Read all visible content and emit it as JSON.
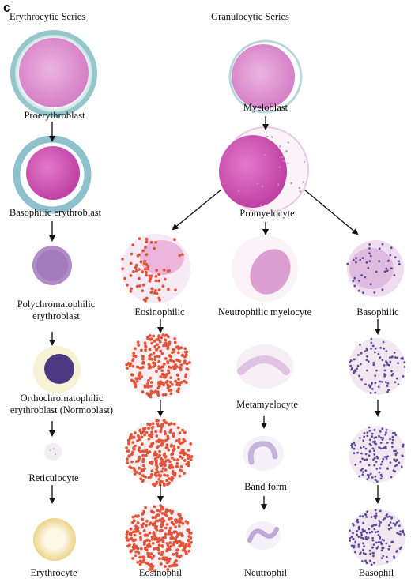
{
  "figure": {
    "panel_letter": "c",
    "headers": {
      "erythrocytic": "Erythrocytic Series",
      "granulocytic": "Granulocytic Series"
    },
    "labels": {
      "proerythroblast": "Proerythroblast",
      "basophilic_erythroblast": "Basophilic erythroblast",
      "polychromatophilic_1": "Polychromatophilic",
      "polychromatophilic_2": "erythroblast",
      "orthochromatophilic_1": "Orthochromatophilic",
      "orthochromatophilic_2": "erythroblast (Normoblast)",
      "reticulocyte": "Reticulocyte",
      "erythrocyte": "Erythrocyte",
      "myeloblast": "Myeloblast",
      "promyelocyte": "Promyelocyte",
      "eosinophilic": "Eosinophilic",
      "neutrophilic_myelocyte": "Neutrophilic myelocyte",
      "basophilic": "Basophilic",
      "metamyelocyte": "Metamyelocyte",
      "band_form": "Band form",
      "eosinophil": "Eosinophil",
      "neutrophil": "Neutrophil",
      "basophil": "Basophil"
    },
    "colors": {
      "cytoplasm_blue": "#9fc9cf",
      "nucleus_magenta": "#d866b8",
      "eosin_granule": "#e0553a",
      "baso_granule": "#5a4e9a",
      "ortho_nucleus": "#4b3a82",
      "erythrocyte": "#f3e2a5"
    }
  }
}
